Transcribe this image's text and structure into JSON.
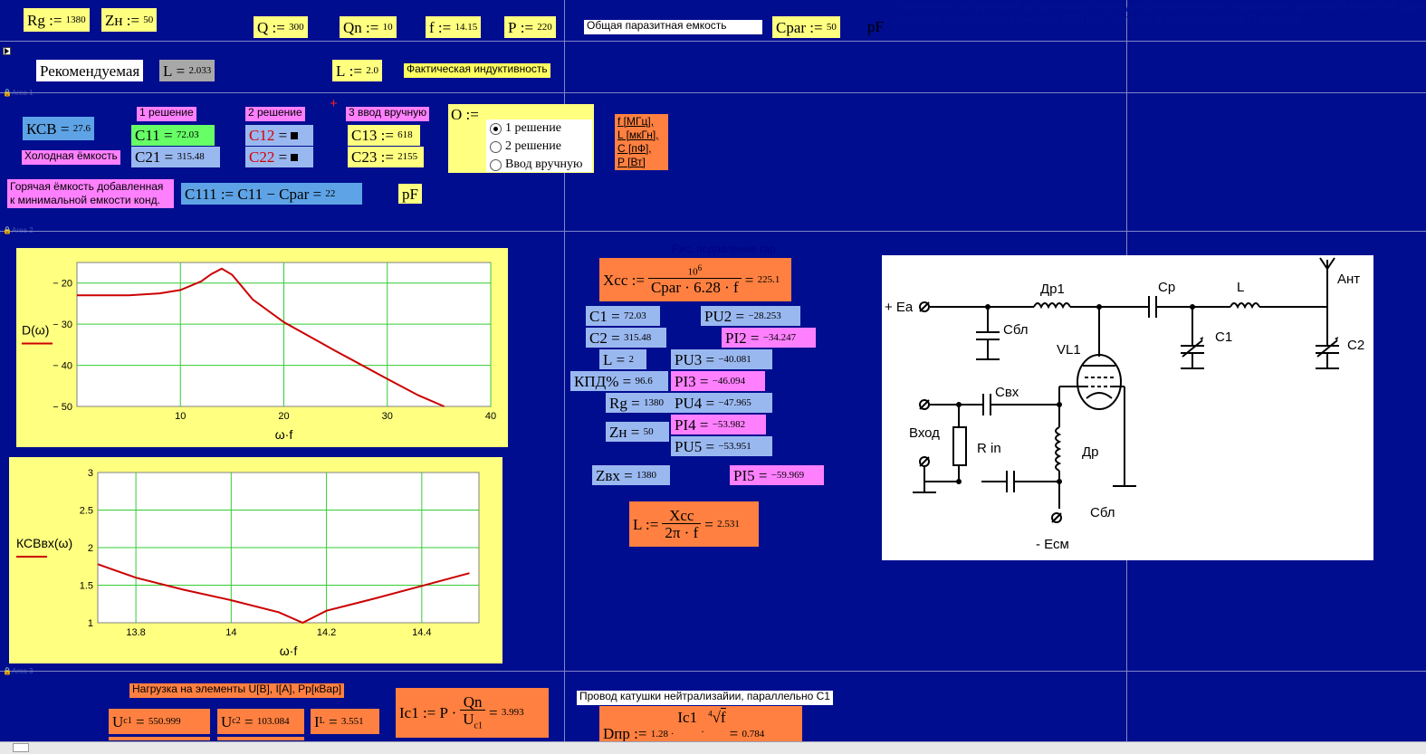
{
  "top": {
    "Rg": {
      "name": "Rg",
      "op": ":=",
      "value": "1380"
    },
    "Zn": {
      "name": "Zн",
      "op": ":=",
      "value": "50"
    },
    "Q": {
      "name": "Q",
      "op": ":=",
      "value": "300"
    },
    "Qn": {
      "name": "Qn",
      "op": ":=",
      "value": "10"
    },
    "f": {
      "name": "f",
      "op": ":=",
      "value": "14.15"
    },
    "P": {
      "name": "P",
      "op": ":=",
      "value": "220"
    },
    "cpar_label": "Общая паразитная емкость",
    "Cpar": {
      "name": "Cpar",
      "op": ":=",
      "value": "50"
    },
    "pF": "pF",
    "notes": "Увеличение нагрузочной добротности П-контура Qн увеличивает подавление гармоник и емкостей (при большой емкостью), но снижает КПД ВКС, а также К трансформации П контура."
  },
  "row2": {
    "recommended": "Рекомендуемая",
    "L_rec": {
      "name": "L",
      "op": "=",
      "value": "2.033"
    },
    "L_set": {
      "name": "L",
      "op": ":=",
      "value": "2.0"
    },
    "actual_label": "Фактическая индуктивность"
  },
  "regions": {
    "r1": "Area 1",
    "r2": "Area 2",
    "r3": "Area 3"
  },
  "sec2": {
    "KSV": {
      "name": "КСВ",
      "op": "=",
      "value": "27.6"
    },
    "cold_label": "Холодная ёмкость",
    "sol1": "1 решение",
    "sol2": "2 решение",
    "sol3": "3 ввод вручную",
    "plus": "+",
    "C11": {
      "name": "C11",
      "op": "=",
      "value": "72.03"
    },
    "C21": {
      "name": "C21",
      "op": "=",
      "value": "315.48"
    },
    "C12": {
      "name": "C12",
      "op": "="
    },
    "C22": {
      "name": "C22",
      "op": "="
    },
    "C13": {
      "name": "C13",
      "op": ":=",
      "value": "618"
    },
    "C23": {
      "name": "C23",
      "op": ":=",
      "value": "2155"
    },
    "O_label": "O :=",
    "options": [
      "1 решение",
      "2 решение",
      "Ввод вручную"
    ],
    "units": [
      "f [МГц],",
      "L [мкГн],",
      "C [пФ],",
      "P [Вт]"
    ],
    "hot_label1": "Горячая ёмкость добавленная",
    "hot_label2": "к минимальной емкости конд.",
    "C111": {
      "expr": "C111 := C11 − Cpar =",
      "value": "22"
    },
    "pF": "pF"
  },
  "sec3": {
    "caption": "Рис. подавление гар",
    "Xcc": {
      "lhs": "Xcc :=",
      "num": "10",
      "exp": "6",
      "den": "Cpar · 6.28 · f",
      "value": "225.1"
    },
    "C1": {
      "name": "C1",
      "op": "=",
      "value": "72.03"
    },
    "C2": {
      "name": "C2",
      "op": "=",
      "value": "315.48"
    },
    "L": {
      "name": "L",
      "op": "=",
      "value": "2"
    },
    "KPD": {
      "name": "КПД%",
      "op": "=",
      "value": "96.6"
    },
    "Rg": {
      "name": "Rg",
      "op": "=",
      "value": "1380"
    },
    "Zn": {
      "name": "Zн",
      "op": "=",
      "value": "50"
    },
    "Zvx": {
      "name": "Zвх",
      "op": "=",
      "value": "1380"
    },
    "PU2": {
      "name": "PU2",
      "op": "=",
      "value": "−28.253"
    },
    "PI2": {
      "name": "PI2",
      "op": "=",
      "value": "−34.247"
    },
    "PU3": {
      "name": "PU3",
      "op": "=",
      "value": "−40.081"
    },
    "PI3": {
      "name": "PI3",
      "op": "=",
      "value": "−46.094"
    },
    "PU4": {
      "name": "PU4",
      "op": "=",
      "value": "−47.965"
    },
    "PI4": {
      "name": "PI4",
      "op": "=",
      "value": "−53.982"
    },
    "PU5": {
      "name": "PU5",
      "op": "=",
      "value": "−53.951"
    },
    "PI5": {
      "name": "PI5",
      "op": "=",
      "value": "−59.969"
    },
    "Lcalc": {
      "lhs": "L :=",
      "num": "Xcc",
      "den": "2π · f",
      "value": "2.531"
    }
  },
  "chart_data": [
    {
      "type": "line",
      "xlabel": "ω·f",
      "ylabel": "D(ω)",
      "xlim": [
        0,
        40
      ],
      "ylim": [
        -50,
        -15
      ],
      "xticks": [
        10,
        20,
        30,
        40
      ],
      "yticks": [
        -20,
        -30,
        -40,
        -50
      ],
      "grid": true,
      "series": [
        {
          "color": "#cc0000",
          "x": [
            0,
            5,
            8,
            10,
            12,
            13,
            14,
            15,
            17,
            20,
            25,
            30,
            33,
            35.5
          ],
          "y": [
            -23,
            -23,
            -22.5,
            -21.7,
            -19.6,
            -17.8,
            -16.5,
            -18,
            -24,
            -29.5,
            -36.5,
            -43.3,
            -47.3,
            -50
          ]
        }
      ]
    },
    {
      "type": "line",
      "xlabel": "ω·f",
      "ylabel": "КСВвх(ω)",
      "xlim": [
        13.72,
        14.52
      ],
      "ylim": [
        1,
        3
      ],
      "xticks": [
        13.8,
        14,
        14.2,
        14.4
      ],
      "xtick_labels": [
        "13.8",
        "14",
        "14.2",
        "14.4"
      ],
      "yticks": [
        1,
        1.5,
        2,
        2.5,
        3
      ],
      "ytick_labels": [
        "1",
        "1.5",
        "2",
        "2.5",
        "3"
      ],
      "grid": true,
      "series": [
        {
          "color": "#cc0000",
          "x": [
            13.72,
            13.8,
            13.9,
            14.0,
            14.1,
            14.15,
            14.2,
            14.3,
            14.4,
            14.5
          ],
          "y": [
            1.78,
            1.6,
            1.44,
            1.3,
            1.14,
            1.0,
            1.16,
            1.32,
            1.49,
            1.66
          ]
        }
      ]
    }
  ],
  "schematic": {
    "Ea": "+ Ea",
    "Dr1": "Др1",
    "Sbl1": "Сбл",
    "Cp": "Ср",
    "L": "L",
    "Ant": "Ант",
    "C1": "С1",
    "C2": "С2",
    "VL1": "VL1",
    "Cvx": "Свх",
    "Vhod": "Вход",
    "Rin": "R in",
    "Dr": "Др",
    "Sbl2": "Сбл",
    "Esm": "- Есм"
  },
  "sec4": {
    "load_label": "Нагрузка на элементы U[В], I[А], Pр[кВар]",
    "Uc1": {
      "name": "U",
      "sub": "c1",
      "op": "=",
      "value": "550.999"
    },
    "Uc2": {
      "name": "U",
      "sub": "c2",
      "op": "=",
      "value": "103.084"
    },
    "IL": {
      "name": "I",
      "sub": "L",
      "op": "=",
      "value": "3.551"
    },
    "Ic1": {
      "lhs": "Ic1 := P ·",
      "num": "Qn",
      "den": "U",
      "den_sub": "c1",
      "value": "3.993"
    },
    "wire_label": "Провод катушки нейтрализайии, параллельно С1",
    "Dpr": {
      "lhs": "Dпр :=",
      "coef": "1.28 ·",
      "num": "Ic1",
      "root_index": "4",
      "root": "f",
      "value": "0.784"
    }
  }
}
